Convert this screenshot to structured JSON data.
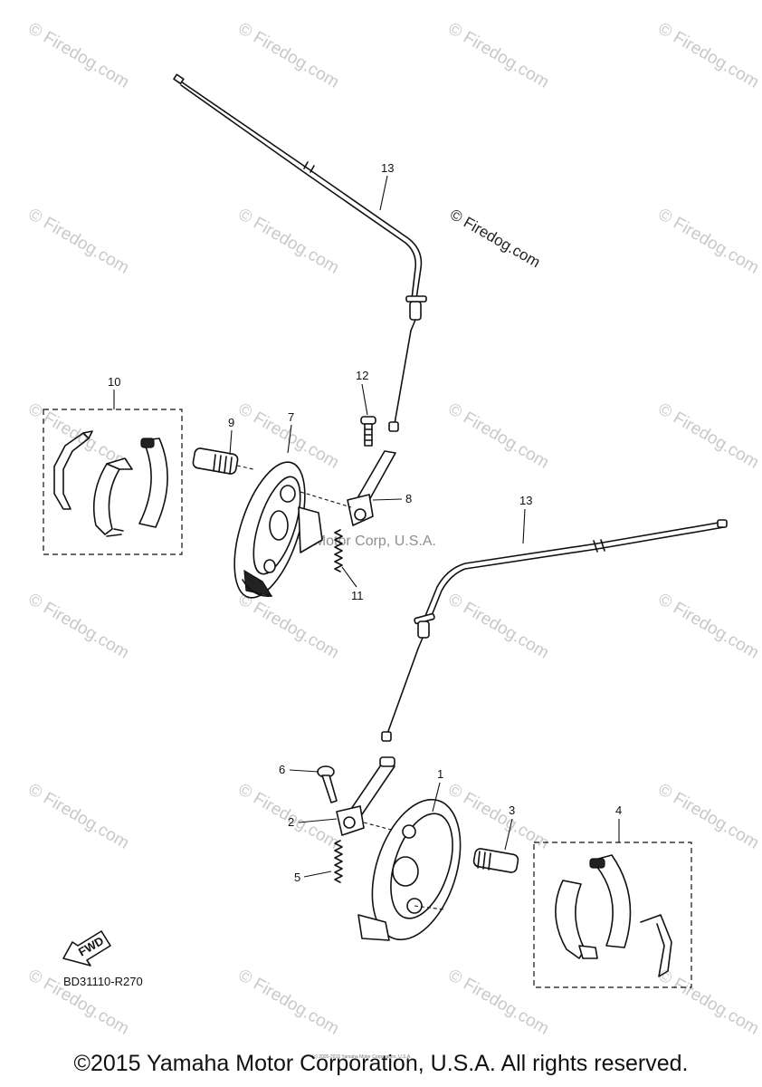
{
  "watermark": {
    "text": "© Firedog.com",
    "featured_text": "© Firedog.com",
    "center_text": "© Yamaha Motor Corp, U.S.A."
  },
  "callouts": {
    "c1": "1",
    "c2": "2",
    "c3": "3",
    "c4": "4",
    "c5": "5",
    "c6": "6",
    "c7": "7",
    "c8": "8",
    "c9": "9",
    "c10": "10",
    "c11": "11",
    "c12": "12",
    "c13_upper": "13",
    "c13_lower": "13"
  },
  "fwd_label": "FWD",
  "diagram_code": "BD31110-R270",
  "tiny_notice": "(c) 2005-2015 Yamaha Motor Corporation, U.S.A.",
  "footer": {
    "copyright": "©2015 Yamaha Motor Corporation, U.S.A. All rights reserved."
  }
}
